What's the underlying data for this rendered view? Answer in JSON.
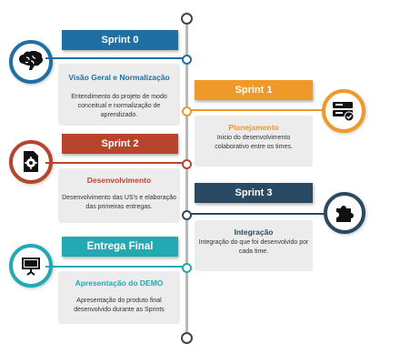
{
  "colors": {
    "sprint0": "#1f6fa5",
    "sprint1": "#ef9a28",
    "sprint2": "#b7452d",
    "sprint3": "#2a4a63",
    "final": "#23a9b2",
    "spine": "#b9b9b9"
  },
  "stages": [
    {
      "banner": "Sprint 0",
      "title": "Visão Geral e Normalização",
      "description": "Entendimento do projeto de modo conceitual e normalização de aprendizado.",
      "icon": "brain-icon"
    },
    {
      "banner": "Sprint 1",
      "title": "Planejamento",
      "description": "Inicio do desenvolvimento colaborativo entre os times.",
      "icon": "server-check-icon"
    },
    {
      "banner": "Sprint 2",
      "title": "Desenvolvimento",
      "description": "Desenvolvimento das US's e elaboração das primeiras entregas.",
      "icon": "document-gear-icon"
    },
    {
      "banner": "Sprint 3",
      "title": "Integração",
      "description": "Integração do que foi desenvolvido por cada time.",
      "icon": "puzzle-icon"
    },
    {
      "banner": "Entrega Final",
      "title": "Apresentação do DEMO",
      "description": "Apresentação do produto final desenvolvido durante as Sprints",
      "icon": "presentation-board-icon"
    }
  ]
}
